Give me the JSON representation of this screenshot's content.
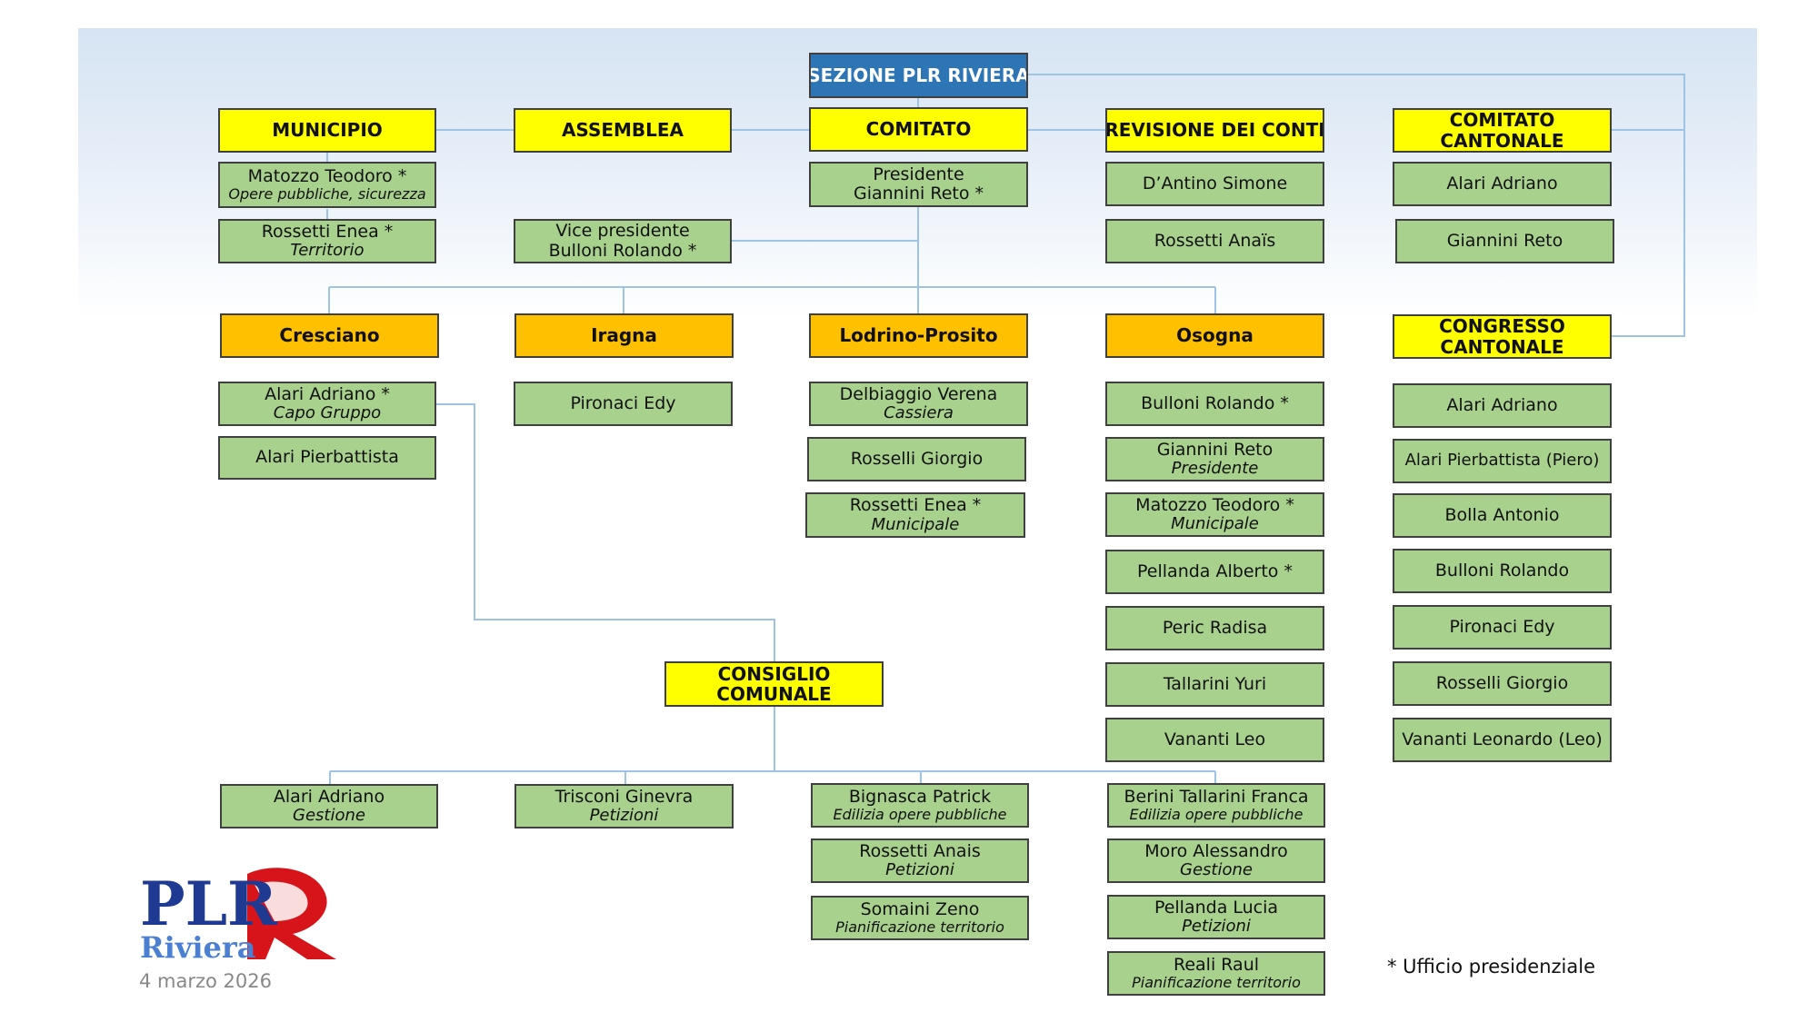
{
  "title": "SEZIONE PLR RIVIERA",
  "top_groups": {
    "municipio": {
      "label": "MUNICIPIO",
      "members": [
        {
          "name": "Matozzo Teodoro *",
          "role": "Opere pubbliche, sicurezza"
        },
        {
          "name": "Rossetti Enea *",
          "role": "Territorio"
        }
      ]
    },
    "assemblea": {
      "label": "ASSEMBLEA",
      "members": [
        {
          "name": "Vice presidente",
          "role": "Bulloni Rolando *"
        }
      ]
    },
    "comitato": {
      "label": "COMITATO",
      "members": [
        {
          "name": "Presidente",
          "role": "Giannini Reto *"
        }
      ]
    },
    "revisione": {
      "label": "REVISIONE DEI CONTI",
      "members": [
        {
          "name": "D’Antino Simone"
        },
        {
          "name": "Rossetti Anaïs"
        }
      ]
    },
    "comitato_cantonale": {
      "label_line1": "COMITATO",
      "label_line2": "CANTONALE",
      "members": [
        {
          "name": "Alari Adriano"
        },
        {
          "name": "Giannini Reto"
        }
      ]
    }
  },
  "local_groups": {
    "cresciano": {
      "label": "Cresciano",
      "members": [
        {
          "name": "Alari Adriano *",
          "role": "Capo Gruppo"
        },
        {
          "name": "Alari Pierbattista"
        }
      ]
    },
    "iragna": {
      "label": "Iragna",
      "members": [
        {
          "name": "Pironaci Edy"
        }
      ]
    },
    "lodrino": {
      "label": "Lodrino-Prosito",
      "members": [
        {
          "name": "Delbiaggio Verena",
          "role": "Cassiera"
        },
        {
          "name": "Rosselli Giorgio"
        },
        {
          "name": "Rossetti Enea *",
          "role": "Municipale"
        }
      ]
    },
    "osogna": {
      "label": "Osogna",
      "members": [
        {
          "name": "Bulloni Rolando *"
        },
        {
          "name": "Giannini Reto",
          "role": "Presidente"
        },
        {
          "name": "Matozzo Teodoro *",
          "role": "Municipale"
        },
        {
          "name": "Pellanda Alberto *"
        },
        {
          "name": "Peric Radisa"
        },
        {
          "name": "Tallarini Yuri"
        },
        {
          "name": "Vananti Leo"
        }
      ]
    }
  },
  "congresso": {
    "label_line1": "CONGRESSO",
    "label_line2": "CANTONALE",
    "members": [
      {
        "name": "Alari Adriano"
      },
      {
        "name": "Alari Pierbattista (Piero)"
      },
      {
        "name": "Bolla Antonio"
      },
      {
        "name": "Bulloni Rolando"
      },
      {
        "name": "Pironaci Edy"
      },
      {
        "name": "Rosselli Giorgio"
      },
      {
        "name": "Vananti Leonardo (Leo)"
      }
    ]
  },
  "consiglio": {
    "label_line1": "CONSIGLIO",
    "label_line2": "COMUNALE",
    "col1": [
      {
        "name": "Alari Adriano",
        "role": "Gestione"
      }
    ],
    "col2": [
      {
        "name": "Trisconi Ginevra",
        "role": "Petizioni"
      }
    ],
    "col3": [
      {
        "name": "Bignasca Patrick",
        "role": "Edilizia opere pubbliche"
      },
      {
        "name": "Rossetti Anais",
        "role": "Petizioni"
      },
      {
        "name": "Somaini Zeno",
        "role": "Pianificazione territorio"
      }
    ],
    "col4": [
      {
        "name": "Berini Tallarini Franca",
        "role": "Edilizia opere pubbliche"
      },
      {
        "name": "Moro Alessandro",
        "role": "Gestione"
      },
      {
        "name": "Pellanda Lucia",
        "role": "Petizioni"
      },
      {
        "name": "Reali Raul",
        "role": "Pianificazione territorio"
      }
    ]
  },
  "footnote": "* Ufficio presidenziale",
  "date": "4 marzo 2026",
  "logo": {
    "text_main": "PLR",
    "text_sub": "Riviera",
    "colors": {
      "blue": "#1f3a93",
      "red": "#d7141a",
      "light_blue": "#4a7fd1"
    }
  },
  "colors": {
    "title_blue": "#2e75b6",
    "yellow": "#ffff00",
    "orange": "#ffc000",
    "green": "#a9d18e",
    "connector": "#9dc3e6"
  }
}
